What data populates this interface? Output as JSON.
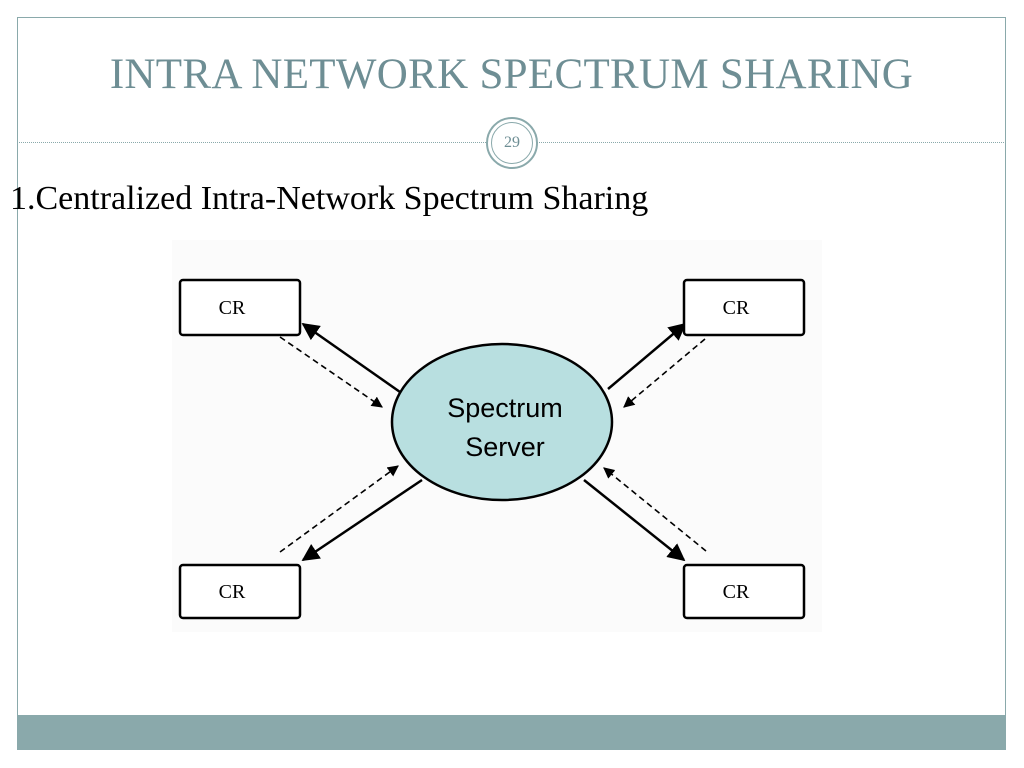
{
  "slide": {
    "title": "INTRA NETWORK SPECTRUM SHARING",
    "page_number": "29",
    "subtitle": "1.Centralized Intra-Network Spectrum Sharing"
  },
  "diagram": {
    "server": {
      "line1": "Spectrum",
      "line2": "Server",
      "fill": "#b8dfe0"
    },
    "nodes": {
      "top_left": "CR",
      "top_right": "CR",
      "bottom_left": "CR",
      "bottom_right": "CR"
    }
  },
  "colors": {
    "accent": "#8aa9ab",
    "title": "#6e8e94"
  }
}
